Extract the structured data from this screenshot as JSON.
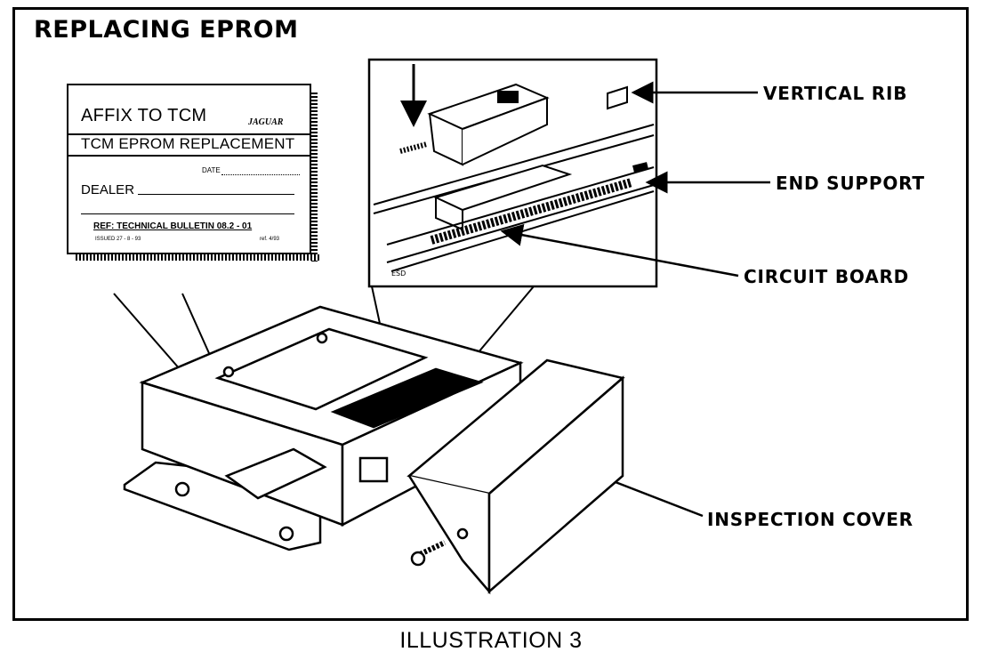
{
  "diagram": {
    "title": "REPLACING EPROM",
    "caption": "ILLUSTRATION 3",
    "callouts": {
      "vertical_rib": "VERTICAL RIB",
      "end_support": "END SUPPORT",
      "circuit_board": "CIRCUIT BOARD",
      "inspection_cover": "INSPECTION COVER"
    },
    "decal": {
      "affix": "AFFIX TO TCM",
      "brand": "JAGUAR",
      "replacement": "TCM EPROM REPLACEMENT",
      "date_label": "DATE",
      "dealer_label": "DEALER",
      "reference": "REF: TECHNICAL BULLETIN 08.2 - 01",
      "issued": "ISSUED 27 - 8 - 93",
      "issued_right": "ref. 4/93"
    }
  }
}
